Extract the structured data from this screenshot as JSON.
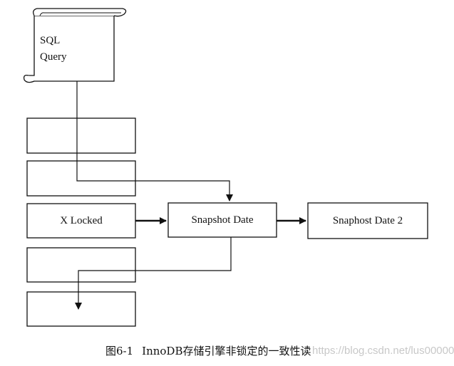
{
  "scroll": {
    "line1": "SQL",
    "line2": "Query"
  },
  "rows": {
    "row1": "",
    "row2": "",
    "row3": "X Locked",
    "row4": "",
    "row5": ""
  },
  "snapshot": {
    "label": "Snapshot Date"
  },
  "snapshot2": {
    "label": "Snaphost Date 2"
  },
  "caption": {
    "number": "图6-1",
    "text": "InnoDB存储引擎非锁定的一致性读"
  },
  "watermark": {
    "text": "https://blog.csdn.net/lus00000"
  },
  "colors": {
    "ink": "#111111",
    "paper": "#ffffff",
    "watermark": "#c8c8c8"
  }
}
